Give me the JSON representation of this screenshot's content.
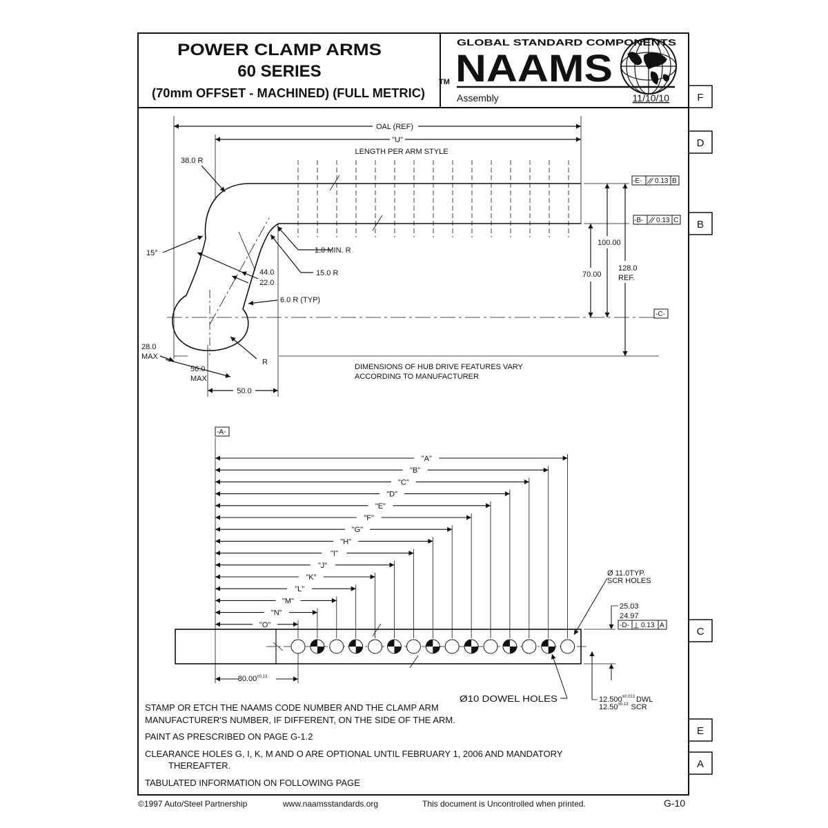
{
  "title": {
    "line1": "POWER CLAMP ARMS",
    "line2": "60 SERIES",
    "line3": "(70mm OFFSET - MACHINED) (FULL METRIC)"
  },
  "brand": {
    "header": "GLOBAL STANDARD COMPONENTS",
    "tm": "TM",
    "logo": "NAAMS",
    "globe_icon": "globe-icon"
  },
  "info": {
    "category": "Assembly",
    "date": "11/10/10"
  },
  "side_tabs": [
    "F",
    "D",
    "B",
    "C",
    "E",
    "A"
  ],
  "top_view": {
    "oal": "OAL (REF)",
    "u": "\"U\"",
    "length_note": "LENGTH PER ARM STYLE",
    "r38": "38.0 R",
    "deg15": "15°",
    "min_r": "1.0 MIN. R",
    "d44": "44.0",
    "d22": "22.0",
    "r15": "15.0 R",
    "r6": "6.0 R (TYP)",
    "d28": "28.0",
    "max1": "MAX",
    "d56": "56.0",
    "max2": "MAX",
    "r": "R",
    "d50": "50.0",
    "d100": "100.00",
    "d70": "70.00",
    "d128": "128.0",
    "ref": "REF.",
    "datum_e": "-E-",
    "tol_e": "0.13",
    "ref_e": "B",
    "datum_b": "-B-",
    "tol_b": "0.13",
    "ref_b": "C",
    "datum_c": "-C-",
    "hub_note1": "DIMENSIONS OF HUB DRIVE FEATURES VARY",
    "hub_note2": "ACCORDING TO MANUFACTURER"
  },
  "bottom_view": {
    "datum_a": "-A-",
    "dims": [
      "\"A\"",
      "\"B\"",
      "\"C\"",
      "\"D\"",
      "\"E\"",
      "\"F\"",
      "\"G\"",
      "\"H\"",
      "\"I\"",
      "\"J\"",
      "\"K\"",
      "\"L\"",
      "\"M\"",
      "\"N\"",
      "\"O\""
    ],
    "scr_holes1": "Ø 11.0TYP.",
    "scr_holes2": "SCR HOLES",
    "w_hi": "25.03",
    "w_lo": "24.97",
    "datum_d": "-D-",
    "tol_d": "0.13",
    "ref_d": "A",
    "d80": "80.00",
    "d80_tol": "±0.13",
    "dowel": "Ø10 DOWEL HOLES",
    "dwl_val": "12.500",
    "dwl_tol": "±0.013",
    "dwl": "DWL",
    "scr_val": "12.50",
    "scr_tol": "±0.13",
    "scr": "SCR"
  },
  "notes": {
    "n1a": "STAMP OR ETCH THE NAAMS CODE NUMBER AND THE CLAMP ARM",
    "n1b": "MANUFACTURER'S NUMBER, IF DIFFERENT, ON THE SIDE OF THE ARM.",
    "n2": "PAINT AS PRESCRIBED ON PAGE G-1.2",
    "n3a": "CLEARANCE HOLES G, I, K, M AND O ARE OPTIONAL UNTIL FEBRUARY 1, 2006 AND MANDATORY",
    "n3b": "THEREAFTER.",
    "n4": "TABULATED INFORMATION ON FOLLOWING PAGE"
  },
  "footer": {
    "copyright": "©1997  Auto/Steel  Partnership",
    "url": "www.naamsstandards.org",
    "disclaimer": "This  document  is  Uncontrolled  when  printed.",
    "page": "G-10"
  }
}
